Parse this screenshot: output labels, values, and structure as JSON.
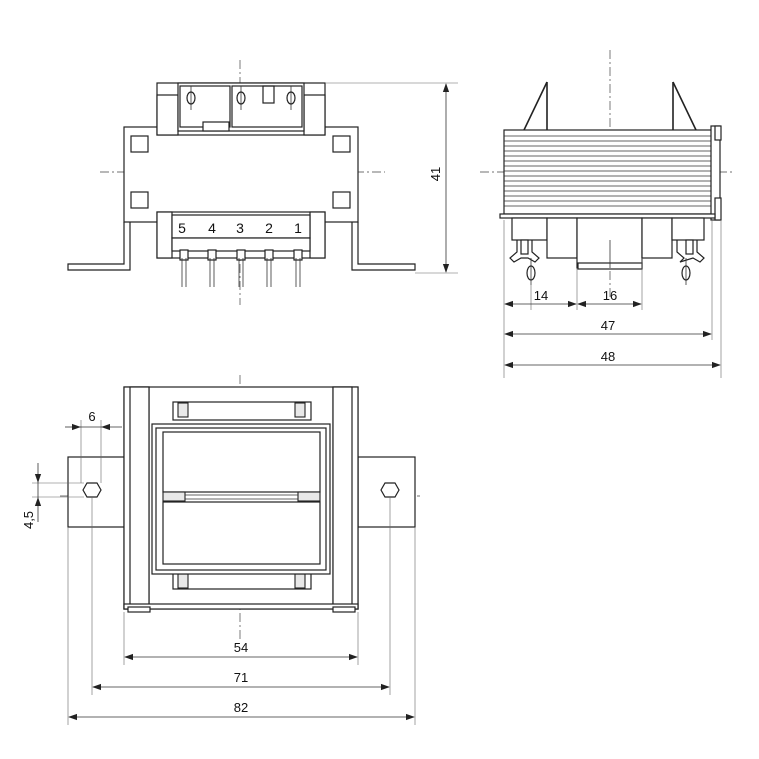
{
  "pin_labels": [
    "5",
    "4",
    "3",
    "2",
    "1"
  ],
  "dimensions": {
    "height_front": "41",
    "side_pin_offset": "14",
    "side_bobbin_width": "16",
    "side_core_width": "47",
    "side_total_width": "48",
    "top_hole_width": "6",
    "top_hole_height": "4,5",
    "top_core_length": "54",
    "top_hole_spacing": "71",
    "top_total_length": "82"
  }
}
